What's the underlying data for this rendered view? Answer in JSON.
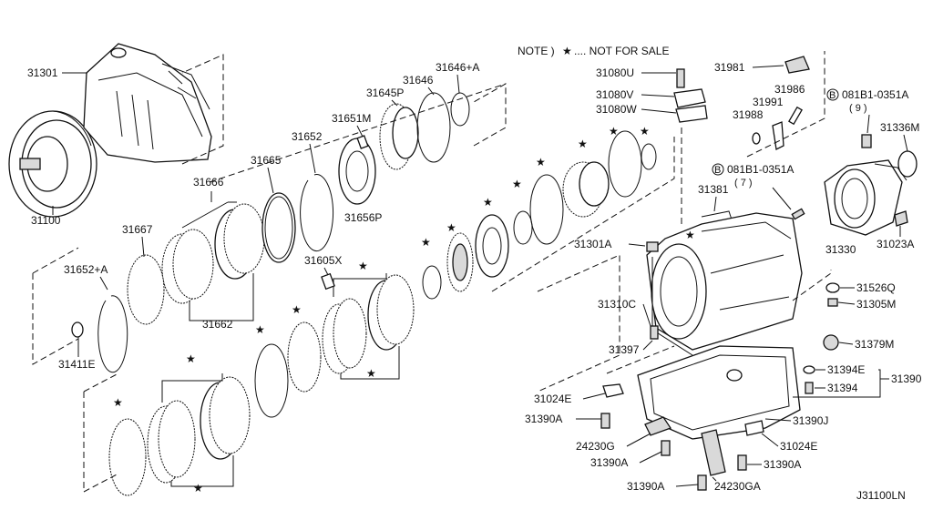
{
  "note": {
    "prefix": "NOTE )",
    "star": "★",
    "suffix": ".... NOT FOR SALE"
  },
  "drawing_code": "J31100LN",
  "labels": {
    "p31301": "31301",
    "p31100": "31100",
    "p31666": "31666",
    "p31665": "31665",
    "p31652": "31652",
    "p31651M": "31651M",
    "p31645P": "31645P",
    "p31646": "31646",
    "p31646A": "31646+A",
    "p31656P": "31656P",
    "p31667": "31667",
    "p31652A": "31652+A",
    "p31662": "31662",
    "p31411E": "31411E",
    "p31605X": "31605X",
    "p31080U": "31080U",
    "p31080V": "31080V",
    "p31080W": "31080W",
    "p31981": "31981",
    "p31986": "31986",
    "p31991": "31991",
    "p31988": "31988",
    "b1": "081B1-0351A",
    "b1qty": "( 9 )",
    "b2": "081B1-0351A",
    "b2qty": "( 7 )",
    "bmark": "B",
    "p31336M": "31336M",
    "p31381": "31381",
    "p31330": "31330",
    "p31023A": "31023A",
    "p31301A": "31301A",
    "p31526Q": "31526Q",
    "p31305M": "31305M",
    "p31310C": "31310C",
    "p31397": "31397",
    "p31379M": "31379M",
    "p31394E": "31394E",
    "p31390": "31390",
    "p31394": "31394",
    "p31024E_l": "31024E",
    "p31390A_l": "31390A",
    "p31390J": "31390J",
    "p24230G": "24230G",
    "p31024E_r": "31024E",
    "p31390A_m": "31390A",
    "p31390A_r": "31390A",
    "p24230GA": "24230GA",
    "p31390A_b": "31390A"
  },
  "star": "★"
}
